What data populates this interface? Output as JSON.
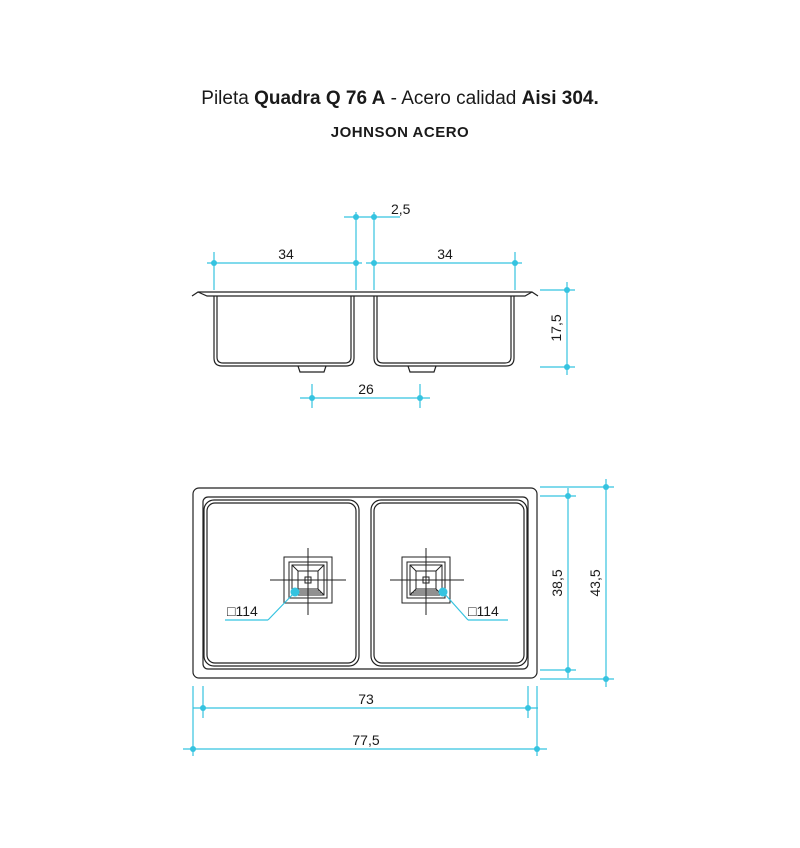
{
  "title": {
    "prefix": "Pileta ",
    "model": "Quadra Q 76 A",
    "middle": " - Acero calidad ",
    "material": "Aisi 304."
  },
  "brand": "JOHNSON ACERO",
  "dimensions": {
    "divider_gap": "2,5",
    "bowl_left_width": "34",
    "bowl_right_width": "34",
    "depth": "17,5",
    "drain_spacing": "26",
    "inner_length": "73",
    "outer_length": "77,5",
    "inner_width": "38,5",
    "outer_width": "43,5",
    "drain_left": "□114",
    "drain_right": "□114"
  },
  "colors": {
    "dimension": "#35c3e0",
    "drawing": "#222222"
  }
}
